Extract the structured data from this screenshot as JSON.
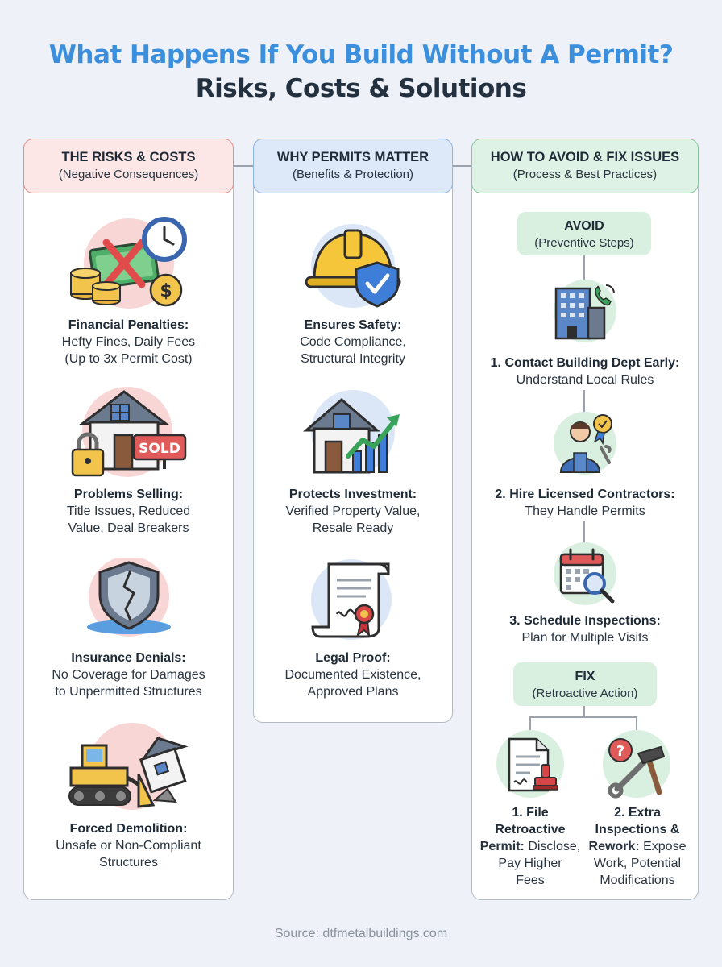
{
  "title": {
    "line1": "What Happens If You Build Without A Permit?",
    "line2": "Risks, Costs & Solutions"
  },
  "columns": {
    "risks": {
      "heading": "THE RISKS & COSTS",
      "subheading": "(Negative Consequences)",
      "items": [
        {
          "icon": "money-fine-clock-icon",
          "label": "Financial Penalties:",
          "lines": [
            "Hefty Fines, Daily Fees",
            "(Up to 3x Permit Cost)"
          ]
        },
        {
          "icon": "house-lock-sold-icon",
          "label": "Problems Selling:",
          "lines": [
            "Title Issues, Reduced",
            "Value, Deal Breakers"
          ],
          "badge": "SOLD"
        },
        {
          "icon": "broken-shield-icon",
          "label": "Insurance Denials:",
          "lines": [
            "No Coverage for Damages",
            "to Unpermitted Structures"
          ]
        },
        {
          "icon": "bulldozer-demolition-icon",
          "label": "Forced Demolition:",
          "lines": [
            "Unsafe or Non-Compliant",
            "Structures"
          ]
        }
      ]
    },
    "why": {
      "heading": "WHY PERMITS MATTER",
      "subheading": "(Benefits & Protection)",
      "items": [
        {
          "icon": "hardhat-shield-icon",
          "label": "Ensures Safety:",
          "lines": [
            "Code Compliance,",
            "Structural Integrity"
          ]
        },
        {
          "icon": "house-growth-chart-icon",
          "label": "Protects Investment:",
          "lines": [
            "Verified Property Value,",
            "Resale Ready"
          ]
        },
        {
          "icon": "certificate-scroll-icon",
          "label": "Legal Proof:",
          "lines": [
            "Documented Existence,",
            "Approved Plans"
          ]
        }
      ]
    },
    "how": {
      "heading": "HOW TO AVOID & FIX ISSUES",
      "subheading": "(Process & Best Practices)",
      "avoid": {
        "heading": "AVOID",
        "subheading": "(Preventive Steps)",
        "steps": [
          {
            "icon": "building-phone-icon",
            "label": "1. Contact Building Dept Early:",
            "lines": [
              "Understand Local Rules"
            ]
          },
          {
            "icon": "contractor-badge-icon",
            "label": "2. Hire Licensed Contractors:",
            "lines": [
              "They Handle Permits"
            ]
          },
          {
            "icon": "calendar-search-icon",
            "label": "3. Schedule Inspections:",
            "lines": [
              "Plan for Multiple Visits"
            ]
          }
        ]
      },
      "fix": {
        "heading": "FIX",
        "subheading": "(Retroactive Action)",
        "steps": [
          {
            "icon": "document-stamp-icon",
            "line1": "1. File",
            "line2": "Retroactive",
            "label_tail": "Permit:",
            "desc_tail": " Disclose,",
            "line4": "Pay Higher",
            "line5": "Fees"
          },
          {
            "icon": "tools-question-icon",
            "line1": "2. Extra",
            "line2": "Inspections &",
            "label_tail": "Rework:",
            "desc_tail": " Expose",
            "line4": "Work, Potential",
            "line5": "Modifications"
          }
        ]
      }
    }
  },
  "source": "Source: dtfmetalbuildings.com",
  "colors": {
    "risks_head_bg": "#fde6e6",
    "risks_head_border": "#e88c8c",
    "why_head_bg": "#dde9f8",
    "why_head_border": "#8eb4e2",
    "how_head_bg": "#def3e5",
    "how_head_border": "#86c79c",
    "title_blue": "#3b8fdc",
    "title_dark": "#23303f"
  }
}
